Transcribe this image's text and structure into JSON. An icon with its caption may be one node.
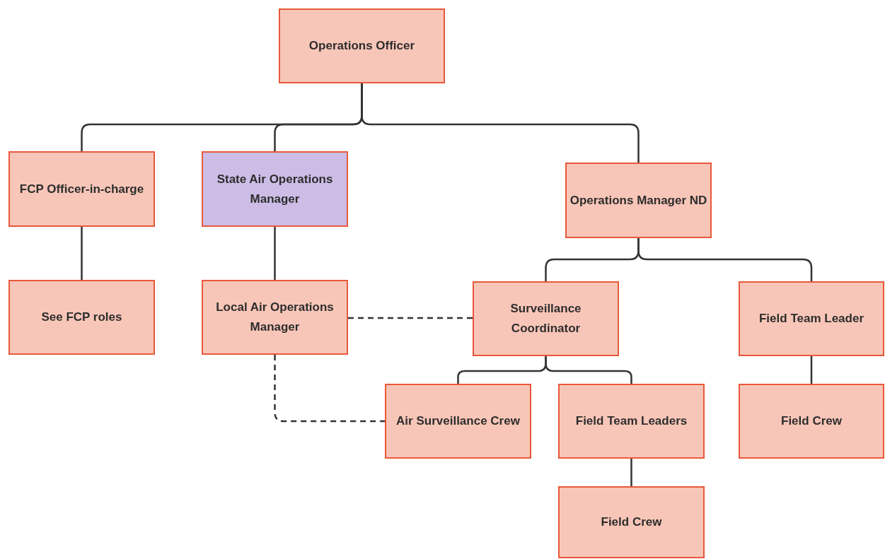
{
  "diagram": {
    "nodes": [
      {
        "text": [
          "Operations Officer"
        ]
      },
      {
        "text": [
          "FCP Officer-in-charge"
        ]
      },
      {
        "text": [
          "State Air Operations Manager"
        ]
      },
      {
        "text": [
          "Operations Manager ND"
        ]
      },
      {
        "text": [
          "See FCP roles"
        ]
      },
      {
        "text": [
          "Local Air Operations Manager"
        ]
      },
      {
        "text": [
          "Surveillance Coordinator"
        ]
      },
      {
        "text": [
          "Field Team Leader"
        ]
      },
      {
        "text": [
          "Air Surveillance Crew"
        ]
      },
      {
        "text": [
          "Field Team Leaders"
        ]
      },
      {
        "text": [
          "Field Crew"
        ]
      },
      {
        "text": [
          "Field Crew"
        ]
      }
    ],
    "edges": [
      {
        "from": 0,
        "to": 1,
        "arrow": "none"
      },
      {
        "from": 0,
        "to": 2,
        "arrow": "none"
      },
      {
        "from": 0,
        "to": 3,
        "arrow": "none"
      },
      {
        "from": 1,
        "to": 4,
        "arrow": "none"
      },
      {
        "from": 2,
        "to": 5,
        "arrow": "none"
      },
      {
        "from": 3,
        "to": 6,
        "arrow": "none"
      },
      {
        "from": 3,
        "to": 7,
        "arrow": "none"
      },
      {
        "from": 5,
        "to": 6,
        "arrow": "none",
        "style": "dashed"
      },
      {
        "from": 5,
        "to": 8,
        "arrow": "none",
        "style": "dashed"
      },
      {
        "from": 6,
        "to": 8,
        "arrow": "none"
      },
      {
        "from": 6,
        "to": 9,
        "arrow": "none"
      },
      {
        "from": 9,
        "to": 11,
        "arrow": "none"
      },
      {
        "from": 7,
        "to": 10,
        "arrow": "none"
      }
    ]
  }
}
